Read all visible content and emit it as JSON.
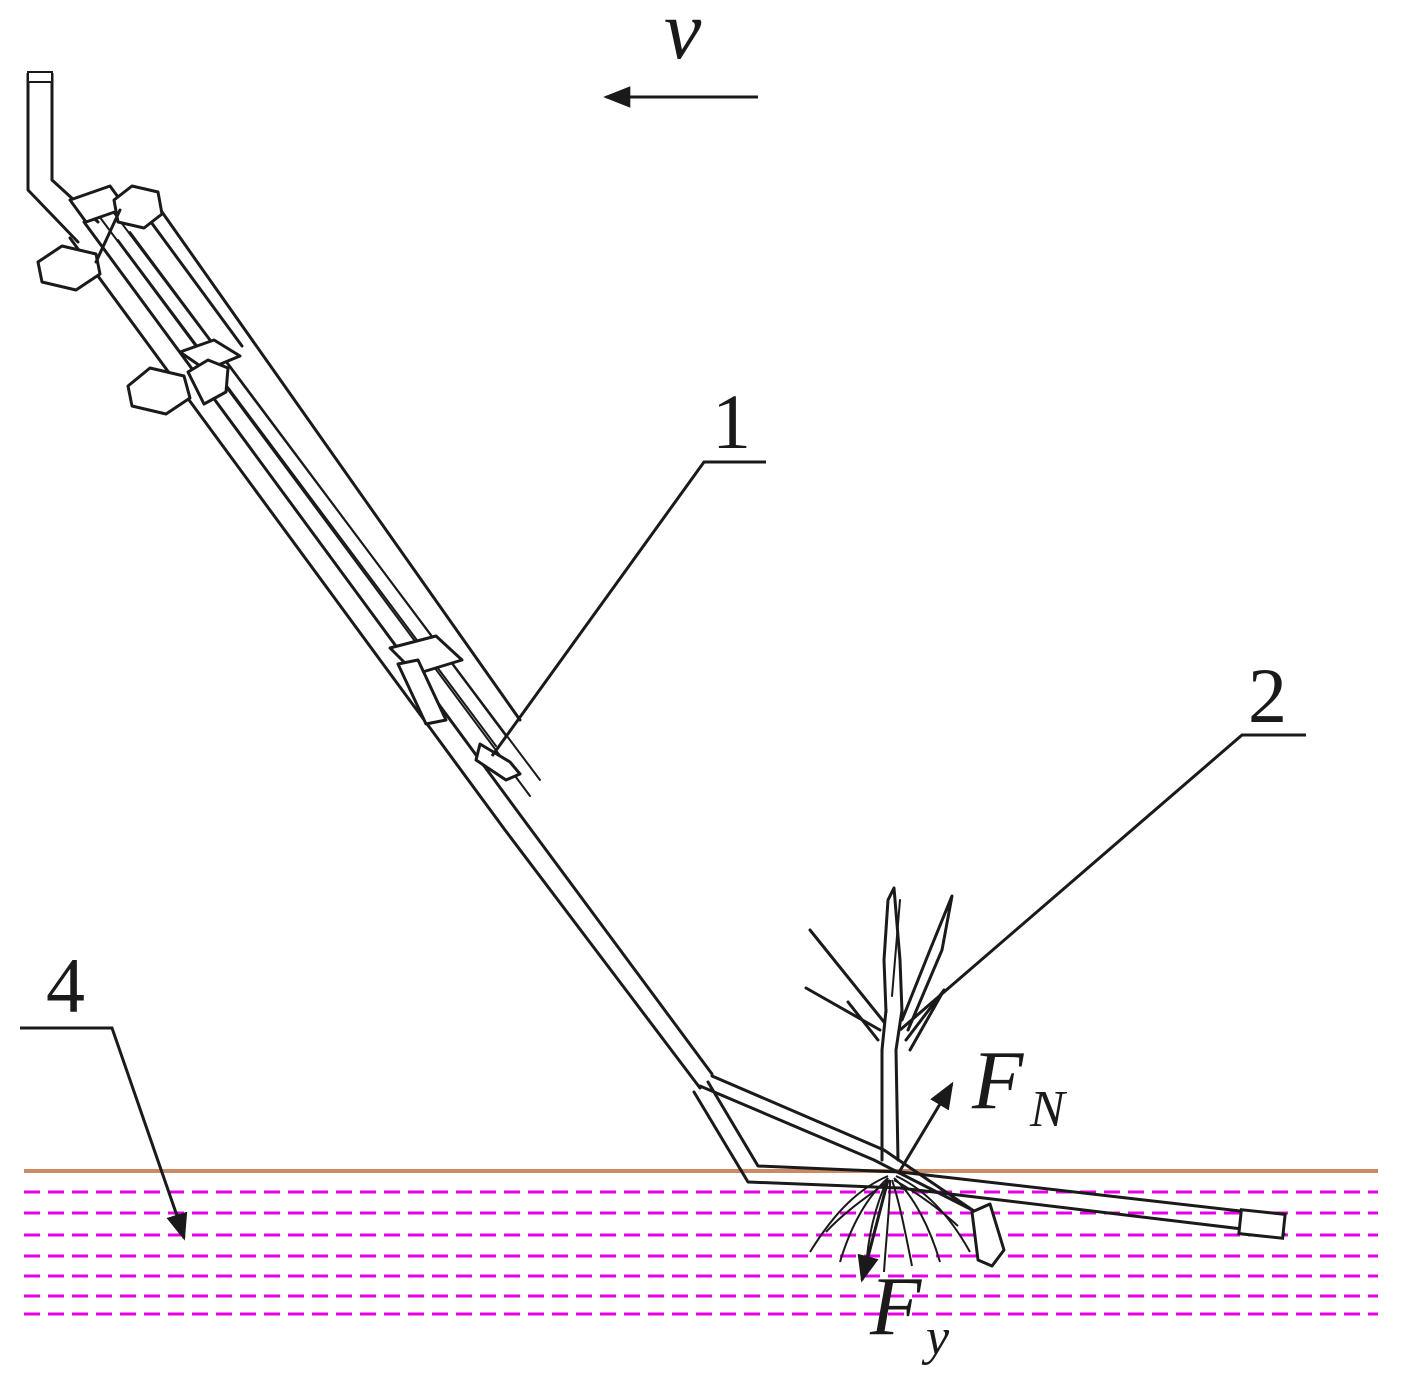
{
  "diagram": {
    "velocity_symbol": "v",
    "force_normal": {
      "symbol": "F",
      "subscript": "N"
    },
    "force_y": {
      "symbol": "F",
      "subscript": "y"
    },
    "callouts": [
      {
        "id": "1",
        "label": "1"
      },
      {
        "id": "2",
        "label": "2"
      },
      {
        "id": "4",
        "label": "4"
      }
    ]
  },
  "colors": {
    "line": "#1a1a1a",
    "ground_surface": "#c98a64",
    "soil_layers": "#e600e6"
  },
  "icons": {
    "velocity_arrow": "arrow-left-icon",
    "shank": "cultivator-shank-icon",
    "weed": "weed-plant-icon",
    "soil": "soil-layers-icon"
  }
}
